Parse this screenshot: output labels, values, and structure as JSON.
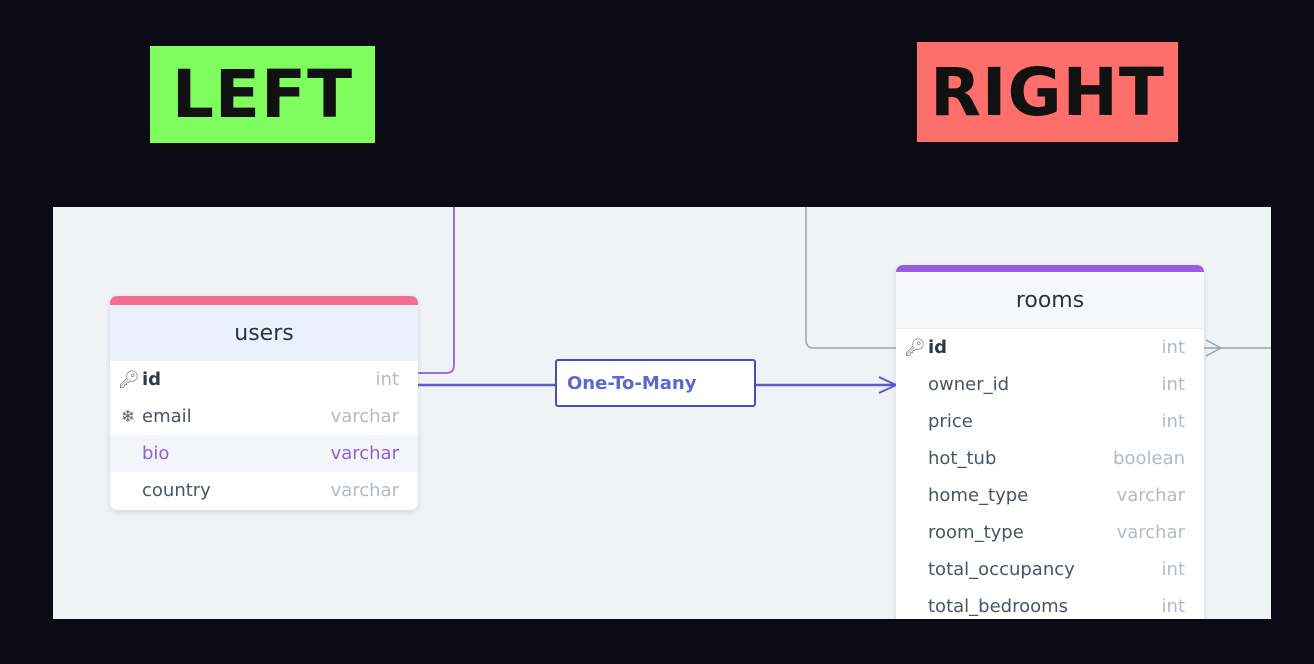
{
  "banners": {
    "left": "LEFT",
    "right": "RIGHT"
  },
  "colors": {
    "left_banner": "#7ffc5e",
    "right_banner": "#fe6f6b",
    "users_accent": "#f36d8e",
    "rooms_accent": "#9a5be0",
    "relationship_line": "#5a5ccc"
  },
  "relationship": {
    "label": "One-To-Many"
  },
  "tables": {
    "users": {
      "name": "users",
      "fields": [
        {
          "icon": "key-icon",
          "name": "id",
          "type": "int"
        },
        {
          "icon": "snowflake-icon",
          "name": "email",
          "type": "varchar"
        },
        {
          "icon": "",
          "name": "bio",
          "type": "varchar"
        },
        {
          "icon": "",
          "name": "country",
          "type": "varchar"
        }
      ]
    },
    "rooms": {
      "name": "rooms",
      "fields": [
        {
          "icon": "key-icon",
          "name": "id",
          "type": "int"
        },
        {
          "icon": "",
          "name": "owner_id",
          "type": "int"
        },
        {
          "icon": "",
          "name": "price",
          "type": "int"
        },
        {
          "icon": "",
          "name": "hot_tub",
          "type": "boolean"
        },
        {
          "icon": "",
          "name": "home_type",
          "type": "varchar"
        },
        {
          "icon": "",
          "name": "room_type",
          "type": "varchar"
        },
        {
          "icon": "",
          "name": "total_occupancy",
          "type": "int"
        },
        {
          "icon": "",
          "name": "total_bedrooms",
          "type": "int"
        }
      ]
    }
  }
}
